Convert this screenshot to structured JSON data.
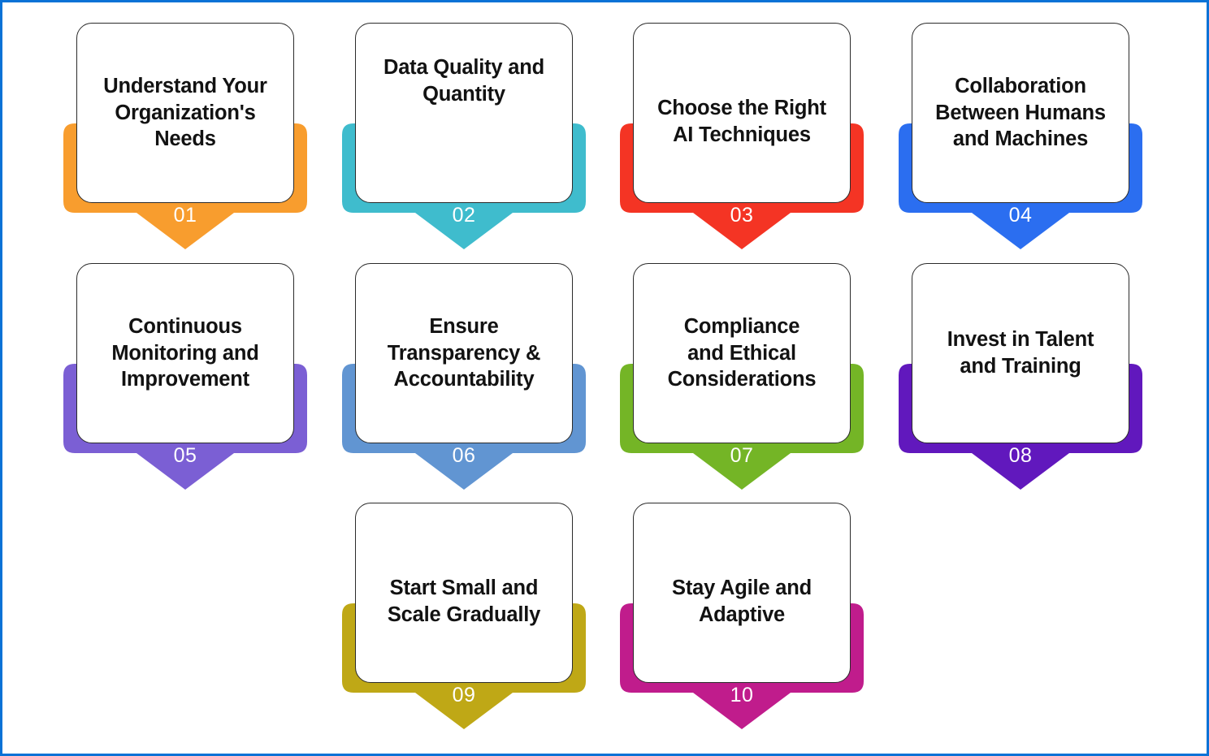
{
  "page": {
    "frame_border_color": "#0a72d6",
    "background": "#ffffff",
    "layout": "3 rows: 4 cards, 4 cards, 2 centered cards"
  },
  "steps": [
    {
      "number": "01",
      "title": "Understand Your\nOrganization's\nNeeds",
      "color": "#f89d2e",
      "lines": 3,
      "align": "mid"
    },
    {
      "number": "02",
      "title": "Data Quality and\nQuantity",
      "color": "#3fbccd",
      "lines": 2,
      "align": "top"
    },
    {
      "number": "03",
      "title": "Choose the Right\nAI Techniques",
      "color": "#f43424",
      "lines": 2,
      "align": "low"
    },
    {
      "number": "04",
      "title": "Collaboration\nBetween Humans\nand Machines",
      "color": "#2b6ef0",
      "lines": 3,
      "align": "mid"
    },
    {
      "number": "05",
      "title": "Continuous\nMonitoring and\nImprovement",
      "color": "#7b5fd4",
      "lines": 3,
      "align": "mid"
    },
    {
      "number": "06",
      "title": "Ensure\nTransparency &\nAccountability",
      "color": "#6195d2",
      "lines": 3,
      "align": "mid"
    },
    {
      "number": "07",
      "title": "Compliance\nand Ethical\nConsiderations",
      "color": "#74b526",
      "lines": 3,
      "align": "mid"
    },
    {
      "number": "08",
      "title": "Invest in Talent\nand Training",
      "color": "#6118bd",
      "lines": 2,
      "align": "mid"
    },
    {
      "number": "09",
      "title": "Start Small and\nScale Gradually",
      "color": "#bfa816",
      "lines": 2,
      "align": "low"
    },
    {
      "number": "10",
      "title": "Stay Agile and\nAdaptive",
      "color": "#c01c8c",
      "lines": 2,
      "align": "low"
    }
  ]
}
